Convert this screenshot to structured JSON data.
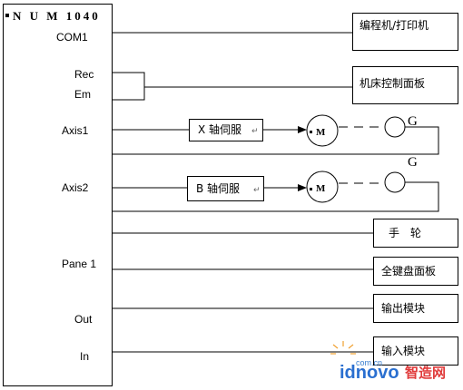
{
  "controller": {
    "title": "N U M 1040",
    "ports": {
      "com1": "COM1",
      "rec": "Rec",
      "em": "Em",
      "axis1": "Axis1",
      "axis2": "Axis2",
      "panel": "Pane 1",
      "out": "Out",
      "in": "In"
    }
  },
  "devices": {
    "programmer": "编程机/打印机",
    "machine_panel": "机床控制面板",
    "handwheel": "手　轮",
    "keyboard_panel": "全键盘面板",
    "output_module": "输出模块",
    "input_module": "输入模块"
  },
  "servos": {
    "x_servo": "X 轴伺服",
    "b_servo": "B 轴伺服",
    "motor_label": "M",
    "encoder_label": "G"
  },
  "watermark": {
    "domain": "com.cn",
    "brand_latin": "idnovo",
    "brand_cn": "智造网"
  }
}
